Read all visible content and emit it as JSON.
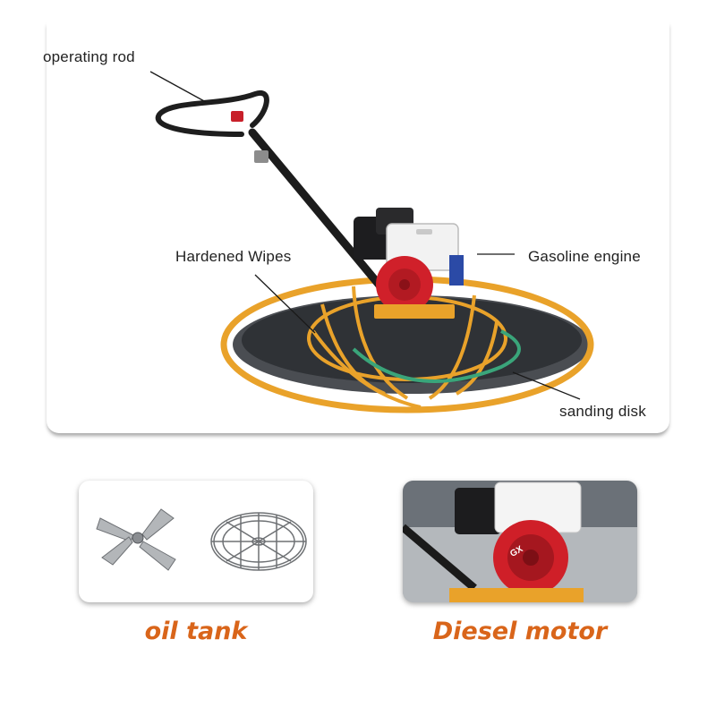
{
  "labels": {
    "operating_rod": "operating rod",
    "hardened_wipes": "Hardened Wipes",
    "gasoline_engine": "Gasoline engine",
    "sanding_disk": "sanding disk"
  },
  "captions": {
    "left": "oil tank",
    "right": "Diesel motor"
  },
  "engine_badge": "GX",
  "colors": {
    "caption": "#d9651a",
    "frame_orange": "#e9a22a",
    "engine_red": "#d0202a",
    "hose_green": "#3aa57a"
  }
}
